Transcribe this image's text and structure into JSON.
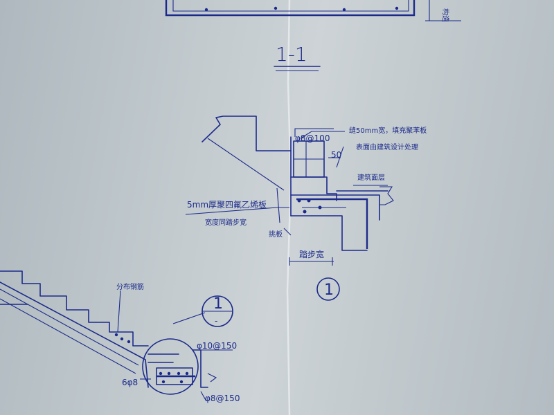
{
  "section_title": "1-1",
  "detail_marker": "1",
  "callout_marker_top": "1",
  "callout_marker_bottom": "-",
  "rebar_top": "φ8@100",
  "gap_note_1": "缝50mm宽，填充聚苯板",
  "gap_note_2": "表面由建筑设计处理",
  "dim_50": "50",
  "finish_layer": "建筑面层",
  "pvc_board_1": "5mm厚聚四氟乙烯板",
  "pvc_board_2": "宽度同踏步宽",
  "vertical_note": "挑板",
  "tread_width": "踏步宽",
  "distribution_rebar": "分布钢筋",
  "rebar_mid": "φ10@150",
  "rebar_bottom": "φ8@150",
  "rebar_left": "6φ8",
  "top_right_note": "构造"
}
